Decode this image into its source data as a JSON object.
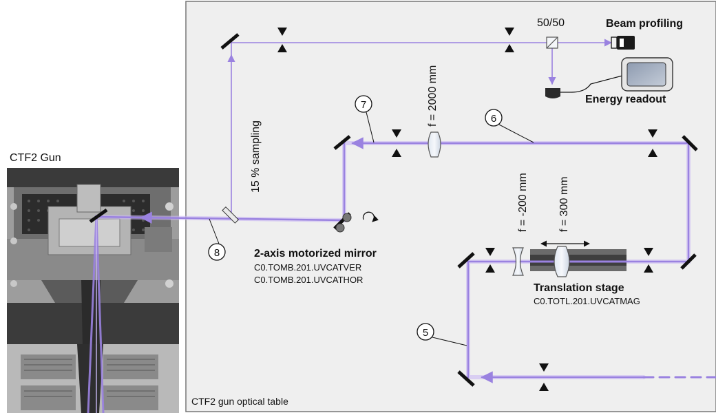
{
  "gun": {
    "title": "CTF2 Gun"
  },
  "table": {
    "caption": "CTF2 gun optical table"
  },
  "labels": {
    "splitter": "50/50",
    "beam_profiling": "Beam profiling",
    "energy_readout": "Energy readout",
    "sampling": "15 % sampling",
    "lens_2000": "f = 2000 mm",
    "lens_m200": "f = -200 mm",
    "lens_300": "f = 300 mm",
    "motorized_mirror": "2-axis motorized mirror",
    "motorized_ver": "C0.TOMB.201.UVCATVER",
    "motorized_hor": "C0.TOMB.201.UVCATHOR",
    "translation_stage": "Translation stage",
    "translation_id": "C0.TOTL.201.UVCATMAG"
  },
  "markers": {
    "m5": "5",
    "m6": "6",
    "m7": "7",
    "m8": "8"
  },
  "colors": {
    "beam": "#9a82e0",
    "beam_glow": "#c9b8f4",
    "table_bg": "#efefef",
    "mirror": "#111111"
  }
}
